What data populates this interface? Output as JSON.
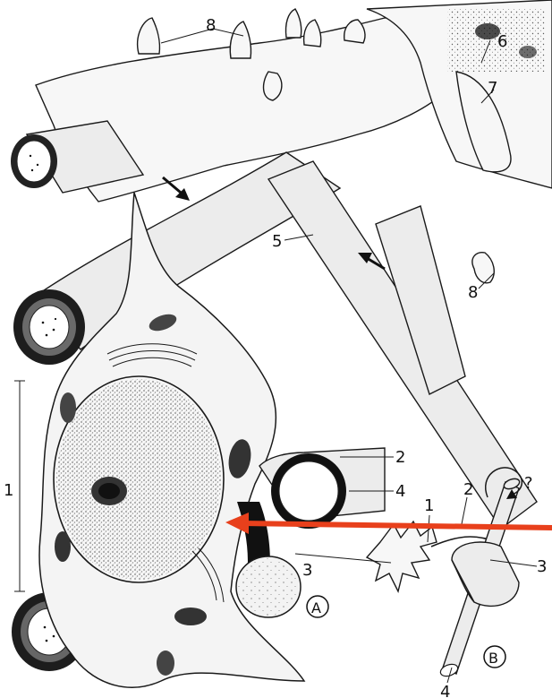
{
  "figure": {
    "labels": {
      "n1": "1",
      "n2": "2",
      "n3": "3",
      "n4": "4",
      "n5": "5",
      "n6": "6",
      "n7": "7",
      "n8": "8",
      "n8b": "8",
      "inset_1": "1",
      "inset_2": "2",
      "inset_3": "3",
      "inset_4": "4",
      "question": "?",
      "panel_a": "A",
      "panel_b": "B"
    },
    "colors": {
      "ink": "#1a1a1a",
      "arrow": "#e8401c",
      "paper": "#ffffff"
    }
  }
}
